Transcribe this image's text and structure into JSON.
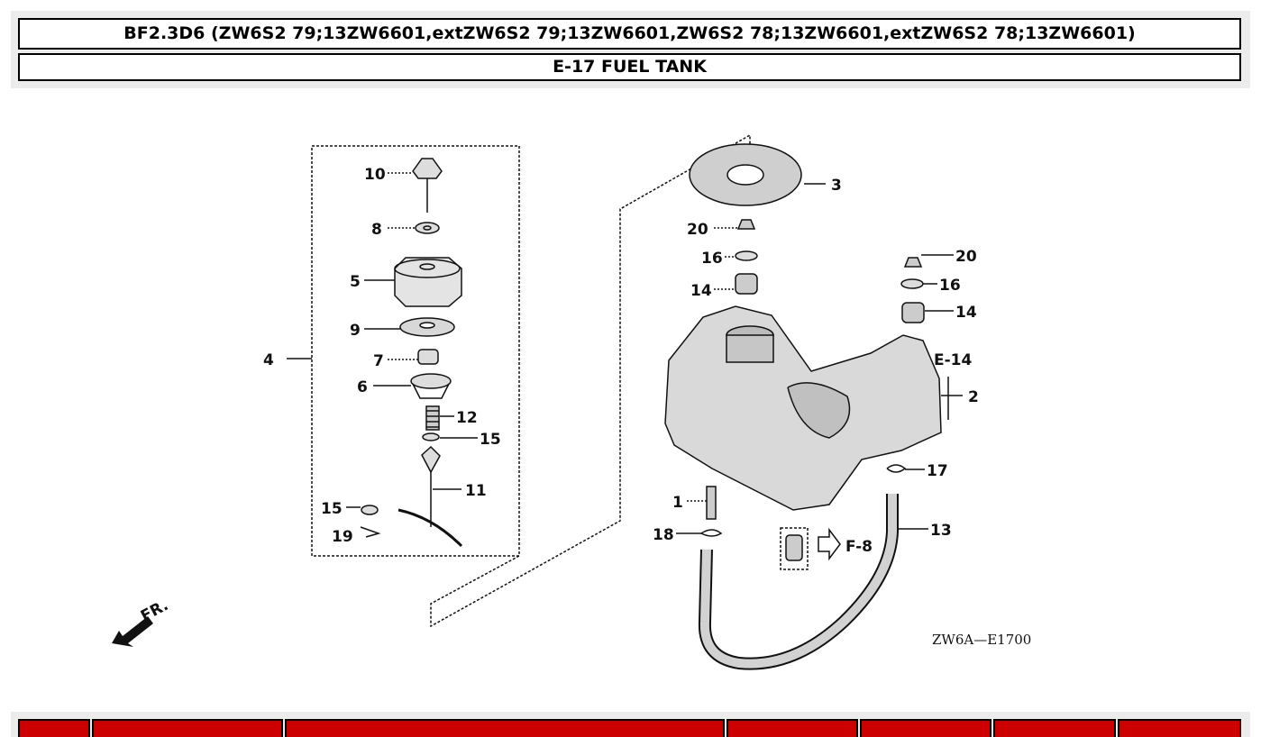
{
  "header": {
    "model_title": "BF2.3D6 (ZW6S2 79;13ZW6601,extZW6S2 79;13ZW6601,ZW6S2 78;13ZW6601,extZW6S2 78;13ZW6601)",
    "section_title": "E-17 FUEL TANK"
  },
  "diagram": {
    "callouts": [
      "1",
      "2",
      "3",
      "4",
      "5",
      "6",
      "7",
      "8",
      "9",
      "10",
      "11",
      "12",
      "13",
      "14",
      "14",
      "15",
      "15",
      "16",
      "16",
      "17",
      "18",
      "19",
      "20",
      "20"
    ],
    "references": [
      "E-14",
      "F-8"
    ],
    "front_label": "FR.",
    "drawing_code": "ZW6A—E1700"
  },
  "colors": {
    "table_header": "#cc0000",
    "header_bg": "#ececec"
  }
}
